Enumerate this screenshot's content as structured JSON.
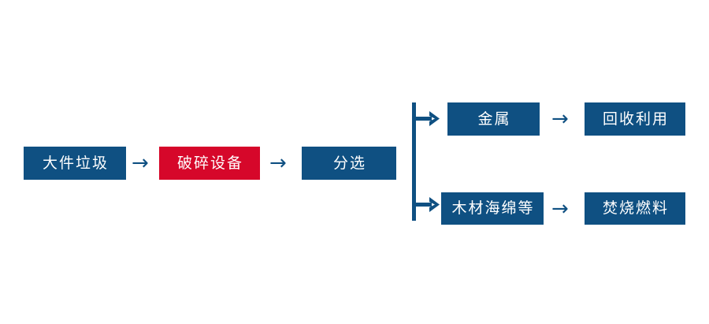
{
  "diagram": {
    "type": "flowchart",
    "title": "",
    "colors": {
      "primary": "#0f5082",
      "highlight": "#d6072a",
      "node_text": "#ffffff",
      "background": "#ffffff",
      "connector": "#0f5082"
    },
    "nodes": [
      {
        "id": "bulky",
        "label": "大件垃圾",
        "color": "#0f5082",
        "row": "main"
      },
      {
        "id": "crusher",
        "label": "破碎设备",
        "color": "#d6072a",
        "row": "main"
      },
      {
        "id": "sort",
        "label": "分选",
        "color": "#0f5082",
        "row": "main"
      },
      {
        "id": "metal",
        "label": "金属",
        "color": "#0f5082",
        "row": "top-branch"
      },
      {
        "id": "recycle",
        "label": "回收利用",
        "color": "#0f5082",
        "row": "top-branch"
      },
      {
        "id": "wood",
        "label": "木材海绵等",
        "color": "#0f5082",
        "row": "bottom-branch"
      },
      {
        "id": "fuel",
        "label": "焚烧燃料",
        "color": "#0f5082",
        "row": "bottom-branch"
      }
    ],
    "arrows": {
      "glyph": "→",
      "edges": [
        {
          "from": "bulky",
          "to": "crusher",
          "name": "arrow-bulky-to-crusher"
        },
        {
          "from": "crusher",
          "to": "sort",
          "name": "arrow-crusher-to-sort"
        },
        {
          "from": "sort",
          "to": "metal",
          "name": "arrow-sort-to-metal"
        },
        {
          "from": "sort",
          "to": "wood",
          "name": "arrow-sort-to-wood"
        },
        {
          "from": "metal",
          "to": "recycle",
          "name": "arrow-metal-to-recycle"
        },
        {
          "from": "wood",
          "to": "fuel",
          "name": "arrow-wood-to-fuel"
        }
      ]
    }
  }
}
